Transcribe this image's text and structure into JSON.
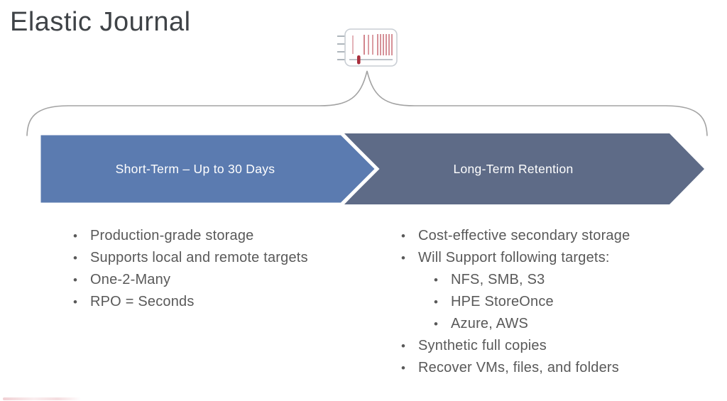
{
  "slide": {
    "title": "Elastic Journal"
  },
  "icons": {
    "journal_icon": "journal-barcode-icon"
  },
  "colors": {
    "short_term_arrow": "#5b7bb0",
    "long_term_arrow": "#5e6b87",
    "arrow_text": "#ffffff",
    "title_text": "#3f4347",
    "body_text": "#595959",
    "brace_stroke": "#a3a3a3",
    "icon_red": "#c9545e",
    "icon_marker_red": "#a92f3d"
  },
  "arrows": {
    "short": {
      "label": "Short-Term – Up to 30 Days"
    },
    "long": {
      "label": "Long-Term Retention"
    }
  },
  "bullets": {
    "left": [
      "Production-grade storage",
      "Supports local and remote targets",
      "One-2-Many",
      "RPO = Seconds"
    ],
    "right": [
      {
        "text": "Cost-effective secondary storage",
        "level": 1
      },
      {
        "text": "Will Support following targets:",
        "level": 1
      },
      {
        "text": "NFS, SMB, S3",
        "level": 2
      },
      {
        "text": "HPE StoreOnce",
        "level": 2
      },
      {
        "text": "Azure, AWS",
        "level": 2
      },
      {
        "text": "Synthetic full copies",
        "level": 1
      },
      {
        "text": "Recover VMs, files, and folders",
        "level": 1
      }
    ],
    "marker": "•"
  }
}
